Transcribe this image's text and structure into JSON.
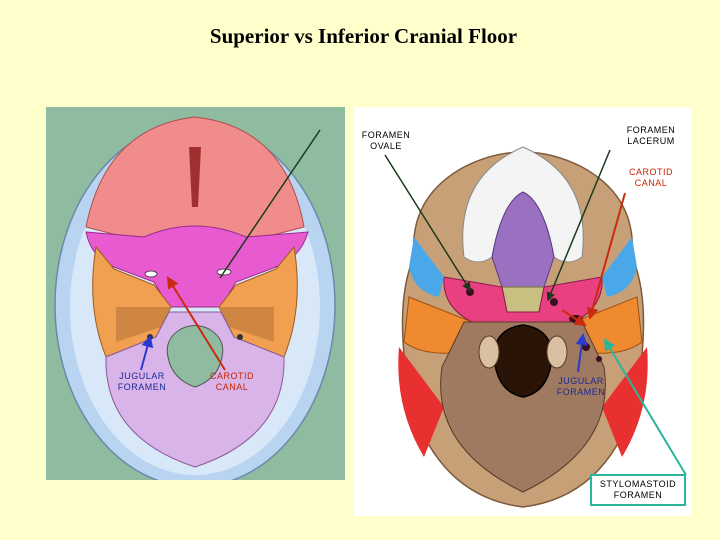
{
  "title": "Superior vs Inferior Cranial Floor",
  "left_labels": {
    "jugular": "JUGULAR\nFORAMEN",
    "carotid": "CAROTID\nCANAL"
  },
  "right_labels": {
    "ovale": "FORAMEN\nOVALE",
    "lacerum": "FORAMEN\nLACERUM",
    "carotid": "CAROTID\nCANAL",
    "jugular": "JUGULAR\nFORAMEN",
    "stylomastoid": "STYLOMASTOID\nFORAMEN"
  },
  "colors": {
    "background": "#FFFFCC",
    "pointer_dark": "#1a3a1a",
    "pointer_red": "#cc2a10",
    "pointer_blue": "#2a3ad0",
    "pointer_teal": "#2BB59A"
  }
}
